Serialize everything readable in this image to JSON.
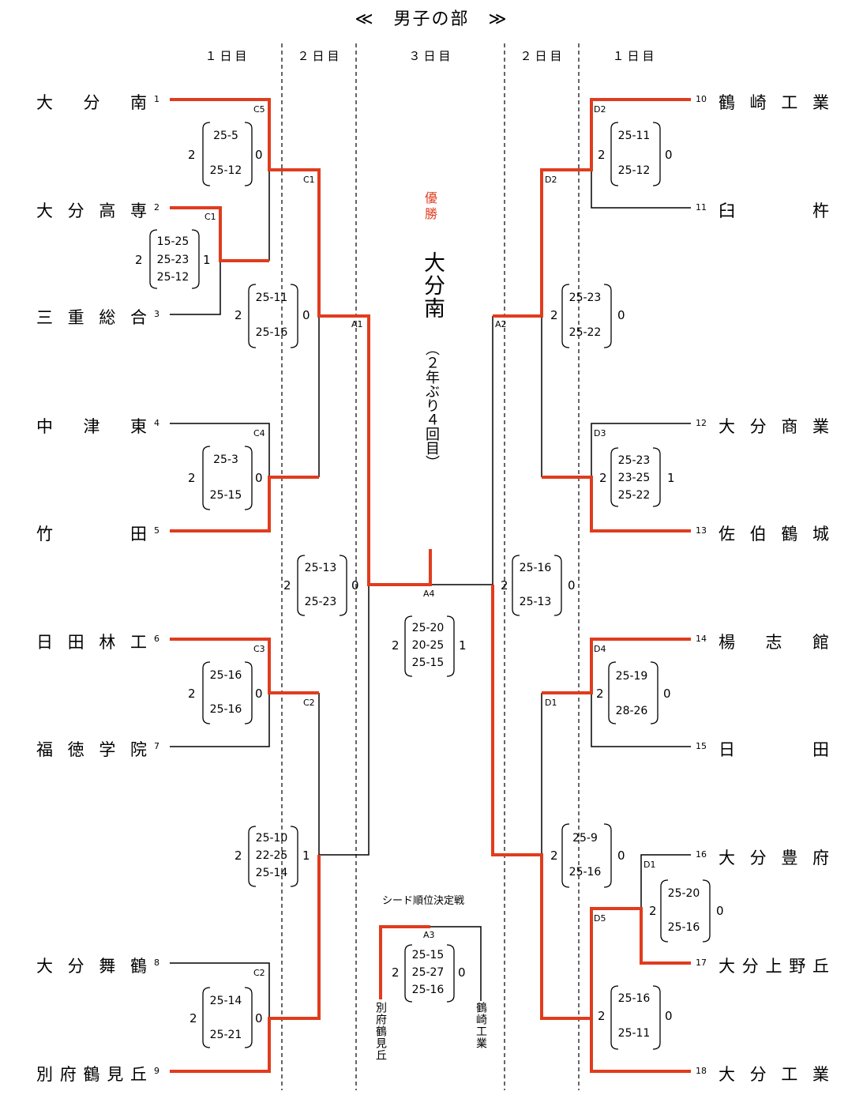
{
  "title": "≪　男子の部　≫",
  "days": {
    "d1": "１日目",
    "d2": "２日目",
    "d3": "３日目"
  },
  "champion": {
    "label": "優勝",
    "team": "大分南",
    "note": "（２年ぶり４回目）"
  },
  "left_teams": [
    {
      "seed": "1",
      "name": "大　分　南"
    },
    {
      "seed": "2",
      "name": "大分高専"
    },
    {
      "seed": "3",
      "name": "三重総合"
    },
    {
      "seed": "4",
      "name": "中　津　東"
    },
    {
      "seed": "5",
      "name": "竹　　　田"
    },
    {
      "seed": "6",
      "name": "日田林工"
    },
    {
      "seed": "7",
      "name": "福徳学院"
    },
    {
      "seed": "8",
      "name": "大分舞鶴"
    },
    {
      "seed": "9",
      "name": "別府鶴見丘"
    }
  ],
  "right_teams": [
    {
      "seed": "10",
      "name": "鶴崎工業"
    },
    {
      "seed": "11",
      "name": "臼　　　杵"
    },
    {
      "seed": "12",
      "name": "大分商業"
    },
    {
      "seed": "13",
      "name": "佐伯鶴城"
    },
    {
      "seed": "14",
      "name": "楊　志　館"
    },
    {
      "seed": "15",
      "name": "日　　　田"
    },
    {
      "seed": "16",
      "name": "大分豊府"
    },
    {
      "seed": "17",
      "name": "大分上野丘"
    },
    {
      "seed": "18",
      "name": "大分工業"
    }
  ],
  "matches": [
    {
      "code": "C5",
      "wl": "2",
      "wr": "0",
      "sets": [
        "25-5",
        "",
        "25-12"
      ]
    },
    {
      "code": "C1",
      "wl": "2",
      "wr": "1",
      "sets": [
        "15-25",
        "25-23",
        "25-12"
      ]
    },
    {
      "code": "C1",
      "wl": "2",
      "wr": "0",
      "sets": [
        "25-11",
        "",
        "25-16"
      ]
    },
    {
      "code": "C4",
      "wl": "2",
      "wr": "0",
      "sets": [
        "25-3",
        "",
        "25-15"
      ]
    },
    {
      "code": "A1",
      "wl": "2",
      "wr": "0",
      "sets": [
        "25-13",
        "",
        "25-23"
      ]
    },
    {
      "code": "C3",
      "wl": "2",
      "wr": "0",
      "sets": [
        "25-16",
        "",
        "25-16"
      ]
    },
    {
      "code": "C2",
      "wl": "2",
      "wr": "1",
      "sets": [
        "25-10",
        "22-25",
        "25-14"
      ]
    },
    {
      "code": "C2",
      "wl": "2",
      "wr": "0",
      "sets": [
        "25-14",
        "",
        "25-21"
      ]
    },
    {
      "code": "A4",
      "wl": "2",
      "wr": "1",
      "sets": [
        "25-20",
        "20-25",
        "25-15"
      ]
    },
    {
      "code": "D2",
      "wl": "2",
      "wr": "0",
      "sets": [
        "25-11",
        "",
        "25-12"
      ]
    },
    {
      "code": "A2",
      "wl": "2",
      "wr": "0",
      "sets": [
        "25-23",
        "",
        "25-22"
      ]
    },
    {
      "code": "D3",
      "wl": "2",
      "wr": "1",
      "sets": [
        "25-23",
        "23-25",
        "25-22"
      ]
    },
    {
      "code": "A2",
      "wl": "2",
      "wr": "0",
      "sets": [
        "25-16",
        "",
        "25-13"
      ]
    },
    {
      "code": "D4",
      "wl": "2",
      "wr": "0",
      "sets": [
        "25-19",
        "",
        "28-26"
      ]
    },
    {
      "code": "D1",
      "wl": "2",
      "wr": "0",
      "sets": [
        "25-9",
        "",
        "25-16"
      ]
    },
    {
      "code": "D1",
      "wl": "2",
      "wr": "0",
      "sets": [
        "25-20",
        "",
        "25-16"
      ]
    },
    {
      "code": "D5",
      "wl": "2",
      "wr": "0",
      "sets": [
        "25-16",
        "",
        "25-11"
      ]
    }
  ],
  "extra_codes": {
    "d2": "D2",
    "c1": "C1",
    "c2": "C2",
    "d1": "D1"
  },
  "seed_match": {
    "title": "シード順位決定戦",
    "code": "A3",
    "wl": "2",
    "wr": "0",
    "sets": [
      "25-15",
      "25-27",
      "25-16"
    ],
    "left": "別府鶴見丘",
    "right": "鶴崎工業"
  },
  "colors": {
    "winner_line": "#e03c1e",
    "line": "#000000"
  }
}
